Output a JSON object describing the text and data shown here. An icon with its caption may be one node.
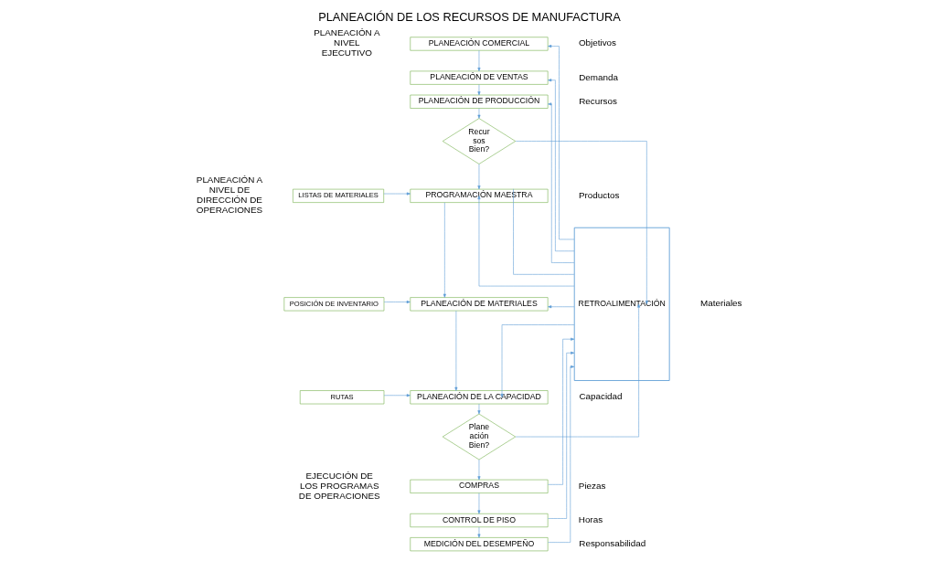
{
  "diagram": {
    "title": "PLANEACIÓN DE LOS RECURSOS DE MANUFACTURA",
    "nodes": [
      {
        "text": [
          "PLANEACIÓN COMERCIAL"
        ]
      },
      {
        "text": [
          "PLANEACIÓN DE VENTAS"
        ]
      },
      {
        "text": [
          "PLANEACIÓN DE PRODUCCIÓN"
        ]
      },
      {
        "text": [
          "Recur sos Bien?"
        ]
      },
      {
        "text": [
          "LISTAS DE MATERIALES"
        ]
      },
      {
        "text": [
          "PROGRAMACIÓN MAESTRA"
        ]
      },
      {
        "text": [
          "POSICIÓN DE INVENTARIO"
        ]
      },
      {
        "text": [
          "PLANEACIÓN DE MATERIALES"
        ]
      },
      {
        "text": [
          "RUTAS"
        ]
      },
      {
        "text": [
          "PLANEACIÓN DE LA CAPACIDAD"
        ]
      },
      {
        "text": [
          "Plane ación Bien?"
        ]
      },
      {
        "text": [
          "COMPRAS"
        ]
      },
      {
        "text": [
          "CONTROL DE PISO"
        ]
      },
      {
        "text": [
          "MEDICIÓN DEL DESEMPEÑO"
        ]
      },
      {
        "text": [
          "RETROALIMENTACIÓN"
        ]
      }
    ],
    "edges": [
      {
        "from": 0,
        "to": 1,
        "arrow": "to"
      },
      {
        "from": 1,
        "to": 2,
        "arrow": "to"
      },
      {
        "from": 2,
        "to": 3,
        "arrow": "to"
      },
      {
        "from": 3,
        "to": 5,
        "arrow": "to"
      },
      {
        "from": 4,
        "to": 5,
        "arrow": "to"
      },
      {
        "from": 5,
        "to": 7,
        "arrow": "to"
      },
      {
        "from": 6,
        "to": 7,
        "arrow": "to"
      },
      {
        "from": 7,
        "to": 9,
        "arrow": "to"
      },
      {
        "from": 8,
        "to": 9,
        "arrow": "to"
      },
      {
        "from": 9,
        "to": 10,
        "arrow": "to"
      },
      {
        "from": 10,
        "to": 11,
        "arrow": "to"
      },
      {
        "from": 11,
        "to": 12,
        "arrow": "to"
      },
      {
        "from": 12,
        "to": 13,
        "arrow": "to"
      },
      {
        "from": 14,
        "to": 0,
        "arrow": "to"
      },
      {
        "from": 14,
        "to": 1,
        "arrow": "to"
      },
      {
        "from": 14,
        "to": 2,
        "arrow": "to"
      },
      {
        "from": 3,
        "to": 14,
        "arrow": "to"
      },
      {
        "from": 5,
        "to": 14,
        "arrow": "none"
      },
      {
        "from": 14,
        "to": 5,
        "arrow": "to"
      },
      {
        "from": 14,
        "to": 7,
        "arrow": "to"
      },
      {
        "from": 14,
        "to": 9,
        "arrow": "to"
      },
      {
        "from": 10,
        "to": 14,
        "arrow": "to"
      },
      {
        "from": 11,
        "to": 14,
        "arrow": "to"
      },
      {
        "from": 12,
        "to": 14,
        "arrow": "to"
      },
      {
        "from": 13,
        "to": 14,
        "arrow": "to"
      }
    ],
    "labels": [
      "PLANEACIÓN A NIVEL EJECUTIVO",
      "PLANEACIÓN A NIVEL DE DIRECCIÓN DE OPERACIONES",
      "EJECUCIÓN DE LOS PROGRAMAS DE OPERACIONES",
      "Objetivos",
      "Demanda",
      "Recursos",
      "Productos",
      "Materiales",
      "Capacidad",
      "Piezas",
      "Horas",
      "Responsabilidad"
    ]
  }
}
